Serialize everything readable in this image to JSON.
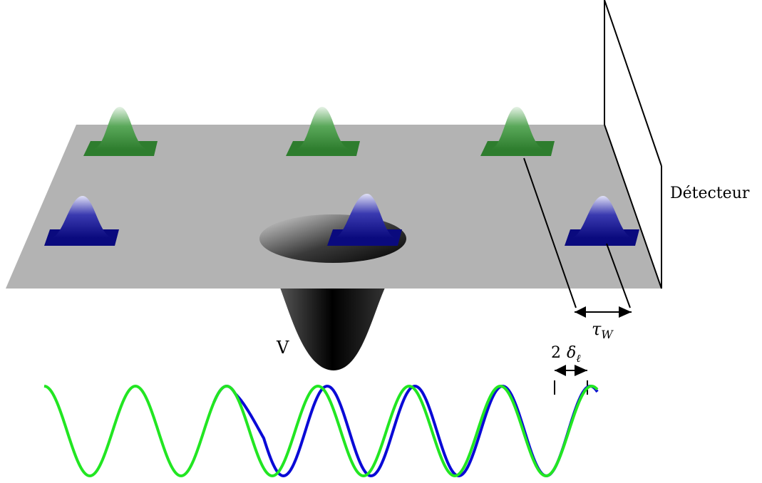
{
  "labels": {
    "detector": "Détecteur",
    "potential": "V",
    "tau_main": "τ",
    "tau_sub": "W",
    "delta_coef": "2",
    "delta_main": "δ",
    "delta_sub": "ℓ"
  },
  "colors": {
    "plane": "#b3b3b3",
    "packet_green": "#2e8b2e",
    "packet_blue": "#0a0a8a",
    "wave_green": "#22e622",
    "wave_blue": "#0a0ad6",
    "well": "#000000"
  }
}
